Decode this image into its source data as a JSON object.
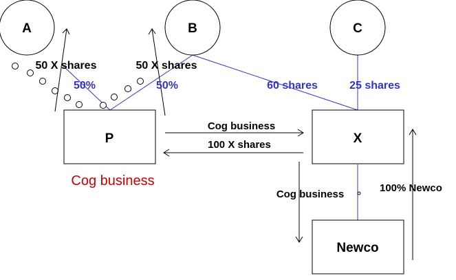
{
  "nodes": {
    "a": "A",
    "b": "B",
    "c": "C",
    "p": "P",
    "x": "X",
    "newco": "Newco"
  },
  "labels": {
    "a_shares": "50 X shares",
    "b_shares": "50 X shares",
    "a_pct": "50%",
    "b_pct": "50%",
    "b_x_shares": "60 shares",
    "c_x_shares": "25 shares",
    "p_to_x": "Cog business",
    "x_to_p": "100 X shares",
    "p_asset": "Cog business",
    "x_to_newco": "Cog business",
    "newco_to_x": "100% Newco"
  },
  "colors": {
    "black": "#000000",
    "ownership_line": "#3333cc",
    "asset_label": "#cc0000"
  }
}
